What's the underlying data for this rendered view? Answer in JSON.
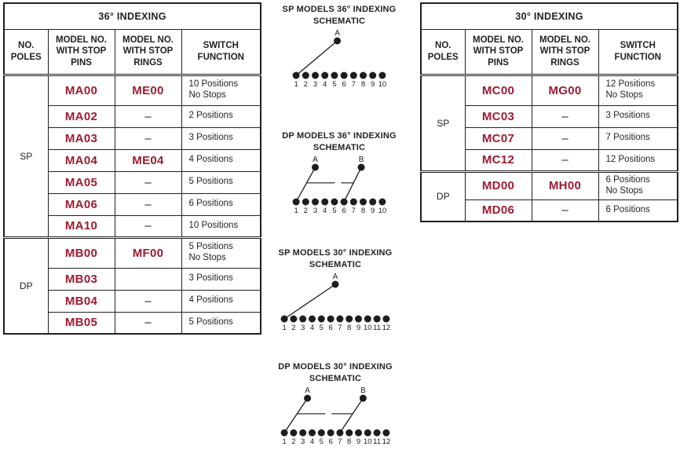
{
  "colors": {
    "model_number_red": "#9e1b31",
    "line_black": "#1d1d1b"
  },
  "left_table": {
    "title": "36° INDEXING",
    "headers": [
      "NO.\nPOLES",
      "MODEL NO.\nWITH STOP\nPINS",
      "MODEL NO.\nWITH STOP\nRINGS",
      "SWITCH\nFUNCTION"
    ],
    "sections": [
      {
        "poles": "SP",
        "rows": [
          {
            "pins": "MA00",
            "rings": "ME00",
            "function": "10 Positions\nNo Stops"
          },
          {
            "pins": "MA02",
            "rings": "–",
            "function": "2 Positions"
          },
          {
            "pins": "MA03",
            "rings": "–",
            "function": "3 Positions"
          },
          {
            "pins": "MA04",
            "rings": "ME04",
            "function": "4 Positions"
          },
          {
            "pins": "MA05",
            "rings": "–",
            "function": "5 Positions"
          },
          {
            "pins": "MA06",
            "rings": "–",
            "function": "6 Positions"
          },
          {
            "pins": "MA10",
            "rings": "–",
            "function": "10 Positions"
          }
        ]
      },
      {
        "poles": "DP",
        "rows": [
          {
            "pins": "MB00",
            "rings": "MF00",
            "function": "5 Positions\nNo Stops"
          },
          {
            "pins": "MB03",
            "rings": "",
            "function": "3 Positions"
          },
          {
            "pins": "MB04",
            "rings": "–",
            "function": "4 Positions"
          },
          {
            "pins": "MB05",
            "rings": "–",
            "function": "5 Positions"
          }
        ]
      }
    ]
  },
  "right_table": {
    "title": "30° INDEXING",
    "headers": [
      "NO.\nPOLES",
      "MODEL NO.\nWITH STOP\nPINS",
      "MODEL NO.\nWITH STOP\nRINGS",
      "SWITCH\nFUNCTION"
    ],
    "sections": [
      {
        "poles": "SP",
        "rows": [
          {
            "pins": "MC00",
            "rings": "MG00",
            "function": "12 Positions\nNo Stops"
          },
          {
            "pins": "MC03",
            "rings": "–",
            "function": "3 Positions"
          },
          {
            "pins": "MC07",
            "rings": "–",
            "function": "7 Positions"
          },
          {
            "pins": "MC12",
            "rings": "–",
            "function": "12 Positions"
          }
        ]
      },
      {
        "poles": "DP",
        "rows": [
          {
            "pins": "MD00",
            "rings": "MH00",
            "function": "6 Positions\nNo Stops"
          },
          {
            "pins": "MD06",
            "rings": "–",
            "function": "6 Positions"
          }
        ]
      }
    ]
  },
  "schematics": [
    {
      "title": "SP MODELS 36° INDEXING\nSCHEMATIC",
      "position_labels": [
        "1",
        "2",
        "3",
        "4",
        "5",
        "6",
        "7",
        "8",
        "9",
        "10"
      ],
      "terminals": [
        {
          "label": "A",
          "above_position": 5.3,
          "connects_to": 1
        }
      ]
    },
    {
      "title": "DP MODELS 36° INDEXING\nSCHEMATIC",
      "position_labels": [
        "1",
        "2",
        "3",
        "4",
        "5",
        "6",
        "7",
        "8",
        "9",
        "10"
      ],
      "terminals": [
        {
          "label": "A",
          "above_position": 3.0,
          "connects_to": 1
        },
        {
          "label": "B",
          "above_position": 7.8,
          "connects_to": 6
        }
      ]
    },
    {
      "title": "SP MODELS 30° INDEXING\nSCHEMATIC",
      "position_labels": [
        "1",
        "2",
        "3",
        "4",
        "5",
        "6",
        "7",
        "8",
        "9",
        "10",
        "11",
        "12"
      ],
      "terminals": [
        {
          "label": "A",
          "above_position": 6.5,
          "connects_to": 1
        }
      ]
    },
    {
      "title": "DP MODELS 30° INDEXING\nSCHEMATIC",
      "position_labels": [
        "1",
        "2",
        "3",
        "4",
        "5",
        "6",
        "7",
        "8",
        "9",
        "10",
        "11",
        "12"
      ],
      "terminals": [
        {
          "label": "A",
          "above_position": 3.5,
          "connects_to": 1
        },
        {
          "label": "B",
          "above_position": 9.5,
          "connects_to": 7
        }
      ]
    }
  ]
}
